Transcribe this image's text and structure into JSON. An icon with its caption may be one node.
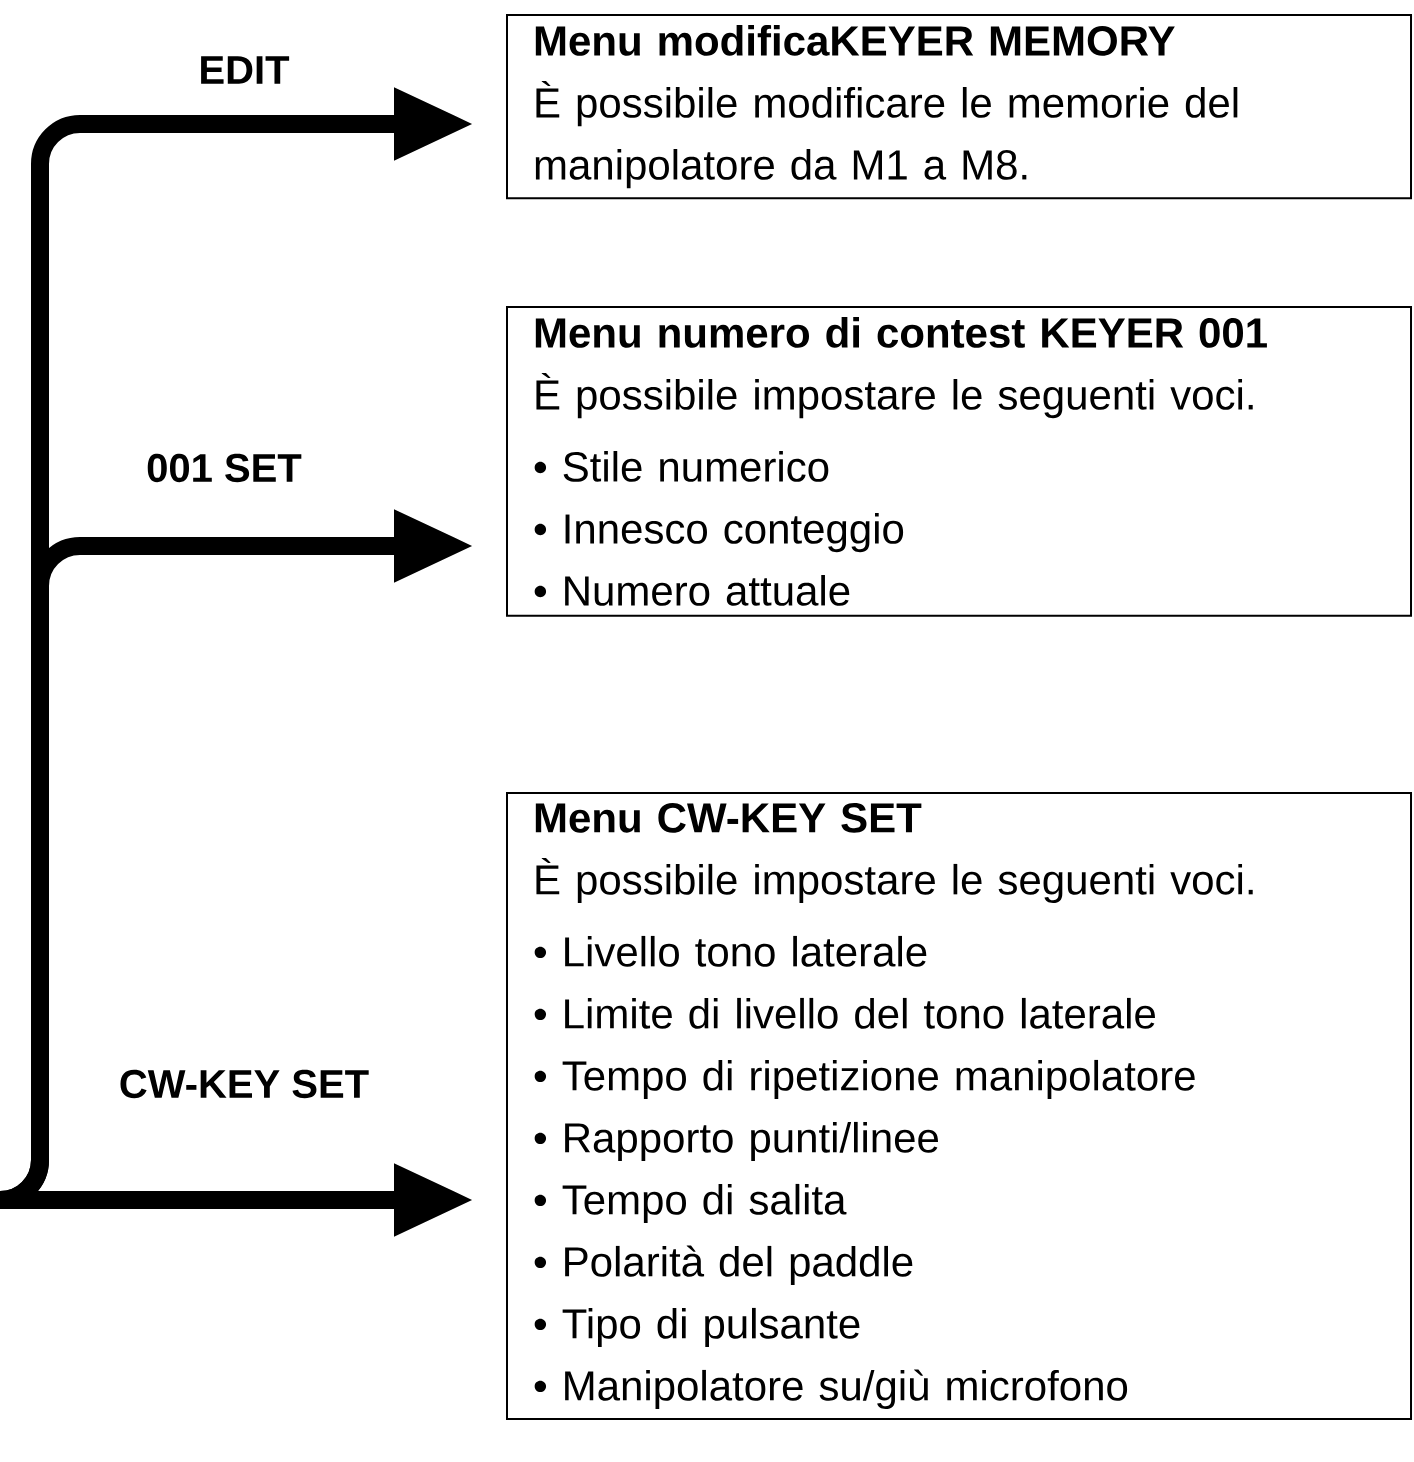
{
  "diagram": {
    "nodes": [
      {
        "text": [
          "Menu modificaKEYER MEMORY",
          "È possibile modificare le memorie del manipolatore da M1 a M8."
        ]
      },
      {
        "text": [
          "Menu numero di contest KEYER 001",
          "È possibile impostare le seguenti voci.",
          "• Stile numerico",
          "• Innesco conteggio",
          "• Numero attuale"
        ]
      },
      {
        "text": [
          "Menu CW-KEY SET",
          "È possibile impostare le seguenti voci.",
          "• Livello tono laterale",
          "• Limite di livello del tono laterale",
          "• Tempo di ripetizione manipolatore",
          "• Rapporto punti/linee",
          "• Tempo di salita",
          "• Polarità del paddle",
          "• Tipo di pulsante",
          "• Manipolatore su/giù microfono"
        ]
      }
    ],
    "edges": [
      {
        "from": null,
        "to": 0,
        "arrow": "to",
        "label": "EDIT"
      },
      {
        "from": null,
        "to": 1,
        "arrow": "to",
        "label": "001 SET"
      },
      {
        "from": null,
        "to": 2,
        "arrow": "to",
        "label": "CW-KEY SET"
      }
    ]
  }
}
